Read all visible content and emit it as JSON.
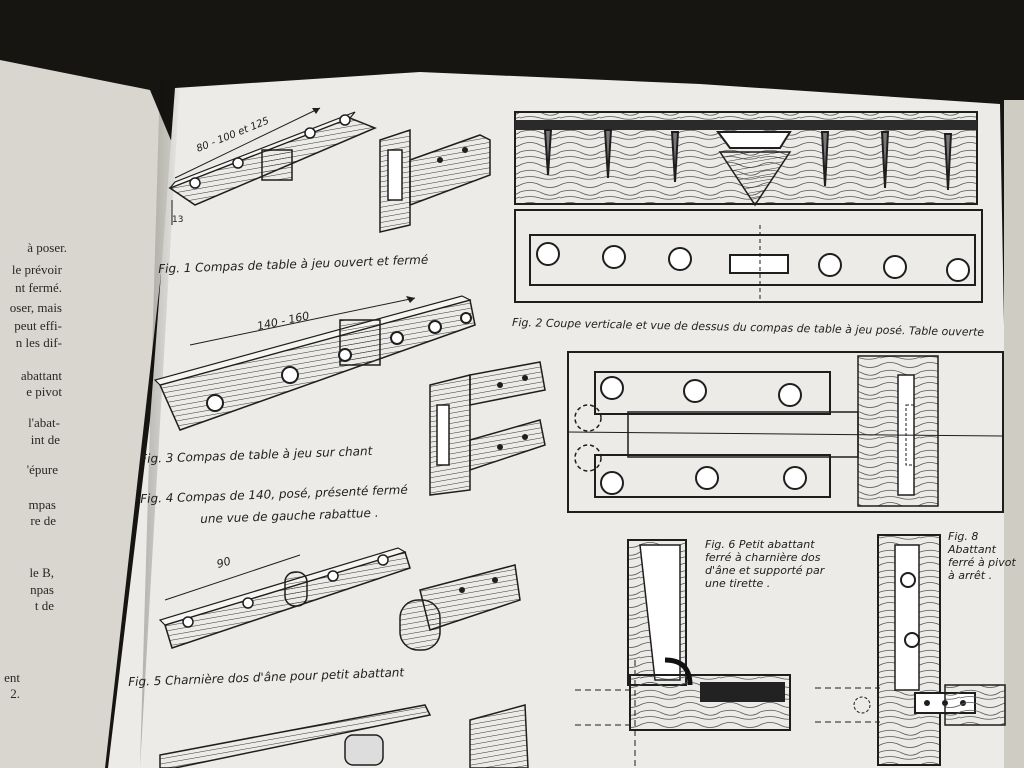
{
  "left_page": {
    "lines": [
      "à poser.",
      "le prévoir",
      "nt fermé.",
      "oser, mais",
      "peut effi-",
      "n les dif-",
      "abattant",
      "e pivot",
      "l'abat-",
      "int de",
      "'épure",
      "mpas",
      "re de",
      "le B,",
      "npas",
      "t de",
      "ent",
      "2."
    ]
  },
  "figures": {
    "fig1": {
      "caption": "Fig. 1 Compas de table à jeu ouvert et fermé",
      "dimension": "80 - 100 et 125",
      "dim_small": "13"
    },
    "fig2": {
      "caption": "Fig. 2 Coupe verticale et vue de dessus du compas de table à jeu posé. Table ouverte"
    },
    "fig3": {
      "caption": "Fig. 3 Compas de table à jeu sur chant",
      "dimension": "140 - 160"
    },
    "fig4": {
      "caption_line1": "Fig. 4 Compas de 140, posé, présenté fermé",
      "caption_line2": "une vue de gauche rabattue ."
    },
    "fig5": {
      "caption": "Fig. 5 Charnière dos d'âne pour petit abattant",
      "dimension": "90"
    },
    "fig6": {
      "caption": "Fig. 6 Petit abattant ferré à charnière dos d'âne et supporté par une tirette ."
    },
    "fig8": {
      "caption": "Fig. 8 Abattant ferré à pivot à arrêt ."
    }
  },
  "colors": {
    "paper": "#ecebe7",
    "ink": "#1e1e1e",
    "desk": "#171512"
  }
}
